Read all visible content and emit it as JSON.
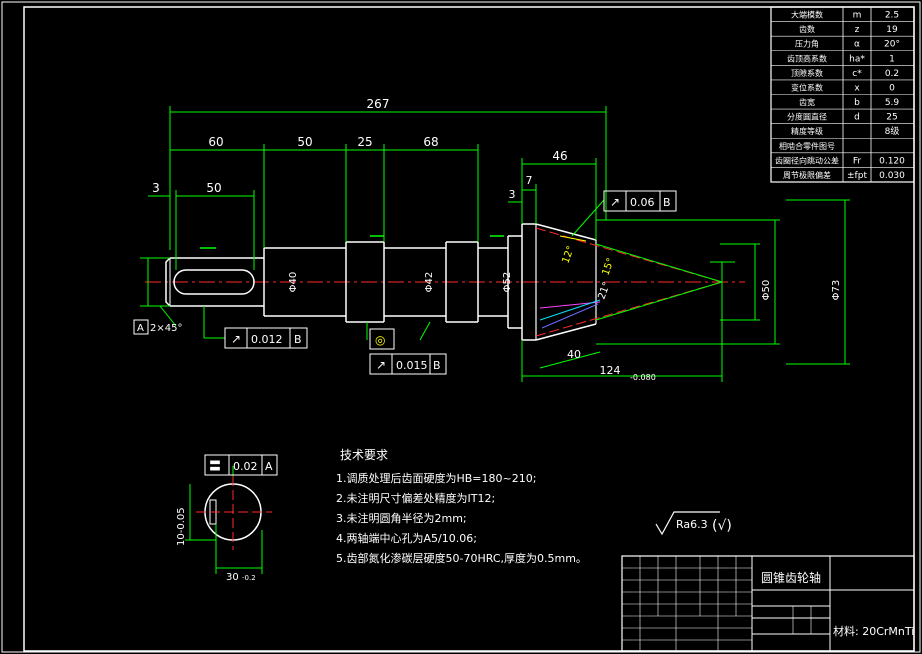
{
  "title_block": {
    "drawing_title": "圆锥齿轮轴",
    "material": "材料: 20CrMnTi"
  },
  "gear_params": [
    {
      "name": "大端模数",
      "sym": "m",
      "val": "2.5"
    },
    {
      "name": "齿数",
      "sym": "z",
      "val": "19"
    },
    {
      "name": "压力角",
      "sym": "α",
      "val": "20°"
    },
    {
      "name": "齿顶高系数",
      "sym": "ha*",
      "val": "1"
    },
    {
      "name": "顶隙系数",
      "sym": "c*",
      "val": "0.2"
    },
    {
      "name": "变位系数",
      "sym": "x",
      "val": "0"
    },
    {
      "name": "齿宽",
      "sym": "b",
      "val": "5.9"
    },
    {
      "name": "分度圆直径",
      "sym": "d",
      "val": "25"
    },
    {
      "name": "精度等级",
      "sym": "",
      "val": "8级"
    },
    {
      "name": "相啮合零件图号",
      "sym": "",
      "val": ""
    },
    {
      "name": "齿圈径向跳动公差",
      "sym": "Fr",
      "val": "0.120"
    },
    {
      "name": "周节极限偏差",
      "sym": "±fpt",
      "val": "0.030"
    }
  ],
  "dimensions": {
    "overall": "267",
    "d60": "60",
    "d50": "50",
    "d50b": "50",
    "d25": "25",
    "d68": "68",
    "d46": "46",
    "d3": "3",
    "d3b": "3",
    "d7": "7",
    "d40": "40",
    "d124": "124",
    "d124_tol": "-0.080",
    "phi50": "Φ50",
    "phi73": "Φ73",
    "phi40": "Φ40",
    "phi42": "Φ42",
    "phi52": "Φ52",
    "ang12": "12°",
    "ang15": "15°",
    "ang21": "21°",
    "chamfer": "2×45°",
    "datum_a": "A",
    "datum_b": "B",
    "keyway_depth": "10-0.05",
    "keyway_width": "30",
    "keyway_width_tol": "-0.2"
  },
  "tolerances": {
    "runout1": "0.06",
    "runout2": "0.012",
    "runout3": "0.015",
    "sym1": "0.02",
    "runout_sym": "↗",
    "sym_sym": "〓",
    "cyl_sym": "◎"
  },
  "tech_req": {
    "heading": "技术要求",
    "items": [
      "1.调质处理后齿面硬度为HB=180~210;",
      "2.未注明尺寸偏差处精度为IT12;",
      "3.未注明圆角半径为2mm;",
      "4.两轴端中心孔为A5/10.06;",
      "5.齿部氮化渗碳层硬度50-70HRC,厚度为0.5mm。"
    ]
  },
  "roughness": {
    "value": "Ra6.3",
    "suffix": "(√)"
  }
}
